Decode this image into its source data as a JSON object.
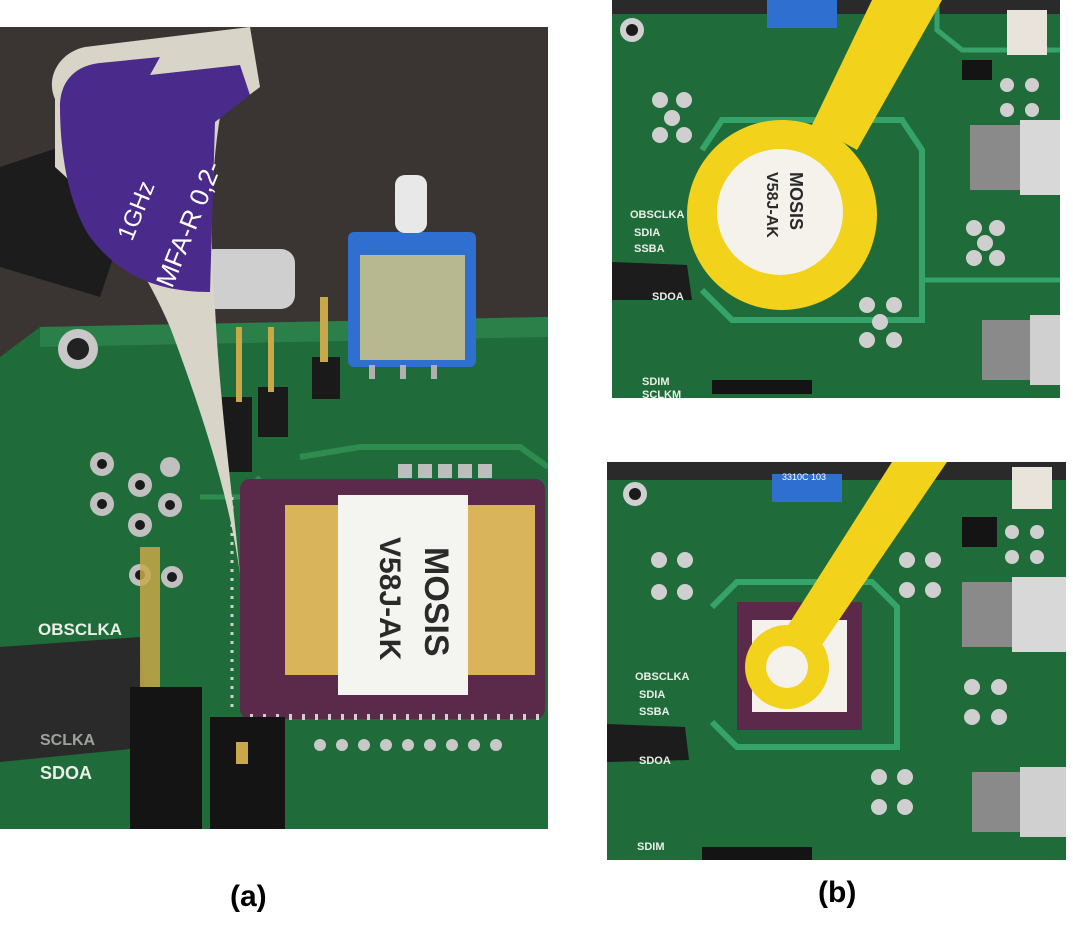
{
  "panels": {
    "a": {
      "caption": "(a)"
    },
    "b": {
      "caption": "(b)"
    }
  },
  "probe": {
    "line1": "1GHz",
    "line2": "MFA-R 0,2-"
  },
  "chip_label": {
    "line1": "MOSIS",
    "line2": "V58J-AK"
  },
  "silkscreen": {
    "obsclka": "OBSCLKA",
    "sclka": "SCLKA",
    "sdoa": "SDOA",
    "sdia": "SDIA",
    "ssba": "SSBA",
    "sdim": "SDIM",
    "sclkm": "SCLKM"
  },
  "pot_marking": "3310C 103",
  "colors": {
    "pcb": "#1f6b3a",
    "background": "#3a3532",
    "yellow_tool": "#f2d21b",
    "chip_package": "#5b2a4a",
    "probe_body": "#d8d4c8",
    "probe_label": "#4a2a8a",
    "pot": "#2f6fd0"
  }
}
